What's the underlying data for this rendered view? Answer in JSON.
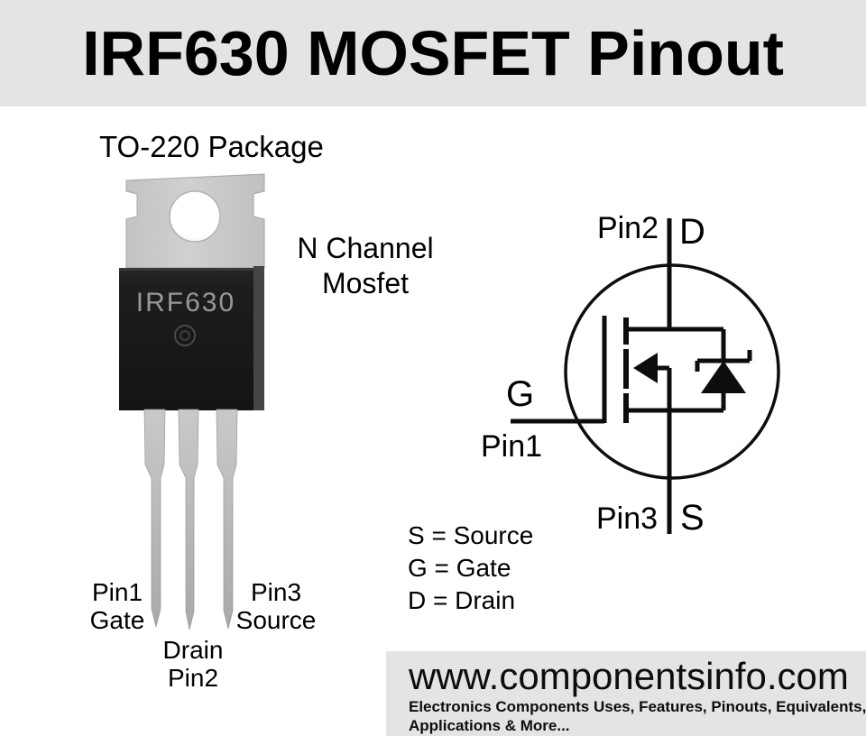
{
  "title": "IRF630 MOSFET Pinout",
  "package": {
    "label": "TO-220 Package",
    "marking": "IRF630",
    "channel_note": {
      "line1": "N Channel",
      "line2": "Mosfet"
    },
    "pins": {
      "pin1": {
        "line1": "Pin1",
        "line2": "Gate"
      },
      "pin2": {
        "line1": "Drain",
        "line2": "Pin2"
      },
      "pin3": {
        "line1": "Pin3",
        "line2": "Source"
      }
    }
  },
  "schematic": {
    "top": {
      "pin": "Pin2",
      "terminal": "D"
    },
    "left": {
      "terminal": "G",
      "pin": "Pin1"
    },
    "bottom": {
      "pin": "Pin3",
      "terminal": "S"
    }
  },
  "legend": {
    "row1": "S = Source",
    "row2": "G = Gate",
    "row3": "D = Drain"
  },
  "footer": {
    "website": "www.componentsinfo.com",
    "tagline1": "Electronics Components Uses, Features, Pinouts, Equivalents,",
    "tagline2": "Applications & More..."
  },
  "colors": {
    "band_bg": "#e3e4e3",
    "footer_bg": "#e3e4e3",
    "text": "#000000",
    "metal_tab": "#c8c8c6",
    "package_body": "#1c1c1c",
    "marking_text": "#979797",
    "schematic_line": "#0d0d0d"
  }
}
